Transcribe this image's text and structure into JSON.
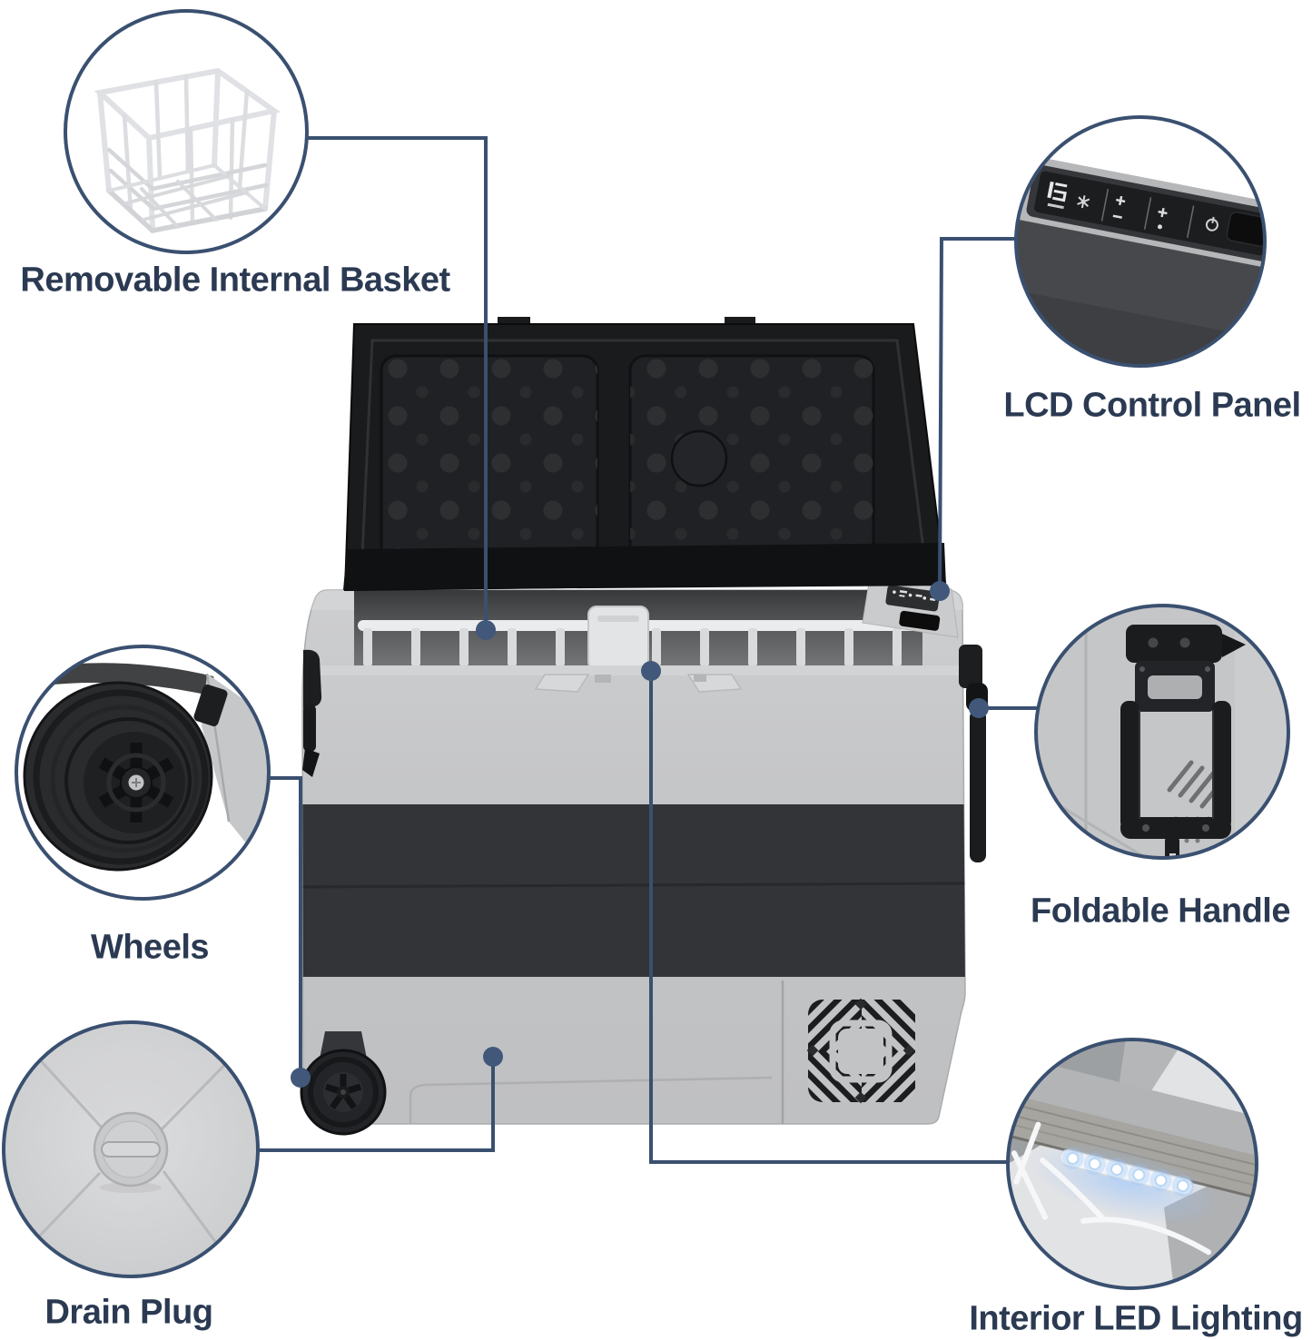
{
  "figure": {
    "type": "product-feature-diagram",
    "subject": "portable car refrigerator with open lid",
    "background": "#ffffff"
  },
  "colors": {
    "accent_line": "#3a5070",
    "dot_fill": "#41587a",
    "label_text": "#2b3a52",
    "body_light_gray": "#c4c5c7",
    "body_dark_band": "#323437",
    "lid_black": "#1a1b1d",
    "led_glow": "#9cc8ff"
  },
  "callouts": [
    {
      "id": "removable-internal-basket",
      "label": "Removable Internal Basket"
    },
    {
      "id": "lcd-control-panel",
      "label": "LCD Control Panel"
    },
    {
      "id": "wheels",
      "label": "Wheels"
    },
    {
      "id": "foldable-handle",
      "label": "Foldable Handle"
    },
    {
      "id": "drain-plug",
      "label": "Drain Plug"
    },
    {
      "id": "interior-led-lighting",
      "label": "Interior LED Lighting"
    }
  ]
}
